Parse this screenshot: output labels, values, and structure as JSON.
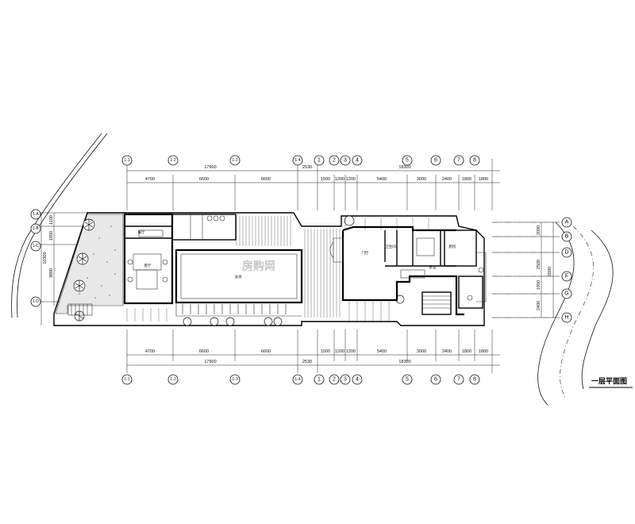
{
  "drawing": {
    "title": "一层平面图",
    "watermark": "房购网",
    "colors": {
      "line": "#111111",
      "background": "#ffffff"
    }
  },
  "axes": {
    "left_vertical": [
      {
        "label": "1-1"
      },
      {
        "label": "1-2"
      },
      {
        "label": "1-3"
      },
      {
        "label": "1-4"
      }
    ],
    "right_vertical": [
      {
        "label": "1"
      },
      {
        "label": "2"
      },
      {
        "label": "3"
      },
      {
        "label": "4"
      },
      {
        "label": "5"
      },
      {
        "label": "6"
      },
      {
        "label": "7"
      },
      {
        "label": "8"
      }
    ],
    "left_horizontal": [
      {
        "label": "1-A"
      },
      {
        "label": "1-B"
      },
      {
        "label": "1-C"
      },
      {
        "label": "1-D"
      }
    ],
    "right_horizontal": [
      {
        "label": "A"
      },
      {
        "label": "B"
      },
      {
        "label": "D"
      },
      {
        "label": "F"
      },
      {
        "label": "G"
      },
      {
        "label": "H"
      }
    ]
  },
  "dimensions": {
    "top_total_left": "17900",
    "top_gap": "2530",
    "top_total_right": "18300",
    "top_segments_left": [
      "4700",
      "6600",
      "6600"
    ],
    "top_segments_right": [
      "1500",
      "1200",
      "1200",
      "5400",
      "3000",
      "2400",
      "1800",
      "1800"
    ],
    "bottom_total_left": "17900",
    "bottom_gap": "2530",
    "bottom_total_right": "18300",
    "bottom_segments_left": [
      "4700",
      "6600",
      "6600"
    ],
    "bottom_segments_right": [
      "1500",
      "1200",
      "1200",
      "5400",
      "3000",
      "2400",
      "1800",
      "1800"
    ],
    "left_vertical": [
      "1100",
      "1850",
      "10300",
      "3800"
    ],
    "right_vertical": [
      "2000",
      "2500",
      "1950",
      "2400",
      "2600"
    ]
  },
  "rooms": [
    {
      "name": "餐厅"
    },
    {
      "name": "客厅"
    },
    {
      "name": "泳池"
    },
    {
      "name": "门厅"
    },
    {
      "name": "卧室"
    },
    {
      "name": "卫生间"
    },
    {
      "name": "厨房"
    }
  ]
}
